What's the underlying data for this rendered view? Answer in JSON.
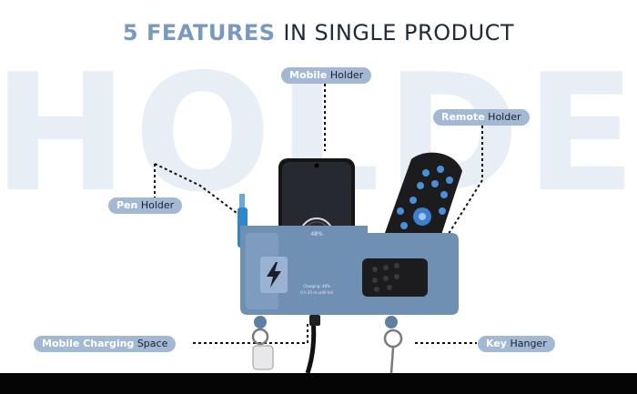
{
  "headline": {
    "accent": "5 FEATURES",
    "rest": "IN SINGLE PRODUCT"
  },
  "watermark": "HOLDER",
  "labels": [
    {
      "id": "mobile-holder",
      "strong": "Mobile",
      "rest": "Holder"
    },
    {
      "id": "remote-holder",
      "strong": "Remote",
      "rest": "Holder"
    },
    {
      "id": "pen-holder",
      "strong": "Pen",
      "rest": "Holder"
    },
    {
      "id": "mobile-charging-space",
      "strong": "Mobile Charging",
      "rest": "Space"
    },
    {
      "id": "key-hanger",
      "strong": "Key",
      "rest": "Hanger"
    }
  ],
  "phone_screen": {
    "percent": "48%",
    "status": "Charging: 48%",
    "substatus": "0 h 20 m until full"
  },
  "colors": {
    "accent": "#7a99bf",
    "tag_bg": "#a3b8d3",
    "holder": "#6f8fb3",
    "remote_buttons": "#4b8fd8",
    "watermark": "#e8eef5"
  },
  "icons": [
    "lightning-bolt-icon",
    "key-icon"
  ]
}
